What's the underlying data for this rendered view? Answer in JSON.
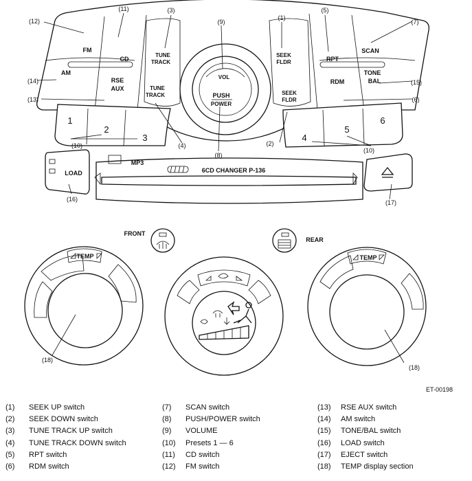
{
  "figure_code": "ET-00198",
  "buttons": {
    "fm": "FM",
    "cd": "CD",
    "am": "AM",
    "rse": "RSE",
    "aux": "AUX",
    "tune": "TUNE",
    "track": "TRACK",
    "seek": "SEEK",
    "fldr": "FLDR",
    "rpt": "RPT",
    "scan": "SCAN",
    "rdm": "RDM",
    "tone": "TONE",
    "bal": "BAL",
    "vol": "VOL",
    "push": "PUSH",
    "power": "POWER",
    "preset_1": "1",
    "preset_2": "2",
    "preset_3": "3",
    "preset_4": "4",
    "preset_5": "5",
    "preset_6": "6",
    "load": "LOAD",
    "mp3": "MP3",
    "changer": "6CD CHANGER  P-136",
    "temp": "TEMP",
    "front": "FRONT",
    "rear": "REAR"
  },
  "callouts": [
    "(1)",
    "(2)",
    "(3)",
    "(4)",
    "(5)",
    "(6)",
    "(7)",
    "(8)",
    "(9)",
    "(10)",
    "(11)",
    "(12)",
    "(13)",
    "(14)",
    "(15)",
    "(16)",
    "(17)",
    "(18)"
  ],
  "legend": [
    {
      "num": "(1)",
      "text": "SEEK UP switch"
    },
    {
      "num": "(2)",
      "text": "SEEK DOWN switch"
    },
    {
      "num": "(3)",
      "text": "TUNE TRACK UP switch"
    },
    {
      "num": "(4)",
      "text": "TUNE TRACK DOWN switch"
    },
    {
      "num": "(5)",
      "text": "RPT switch"
    },
    {
      "num": "(6)",
      "text": "RDM switch"
    },
    {
      "num": "(7)",
      "text": "SCAN switch"
    },
    {
      "num": "(8)",
      "text": "PUSH/POWER switch"
    },
    {
      "num": "(9)",
      "text": "VOLUME"
    },
    {
      "num": "(10)",
      "text": "Presets 1 — 6"
    },
    {
      "num": "(11)",
      "text": "CD switch"
    },
    {
      "num": "(12)",
      "text": "FM switch"
    },
    {
      "num": "(13)",
      "text": "RSE AUX switch"
    },
    {
      "num": "(14)",
      "text": "AM switch"
    },
    {
      "num": "(15)",
      "text": "TONE/BAL switch"
    },
    {
      "num": "(16)",
      "text": "LOAD switch"
    },
    {
      "num": "(17)",
      "text": "EJECT switch"
    },
    {
      "num": "(18)",
      "text": "TEMP display section"
    }
  ]
}
